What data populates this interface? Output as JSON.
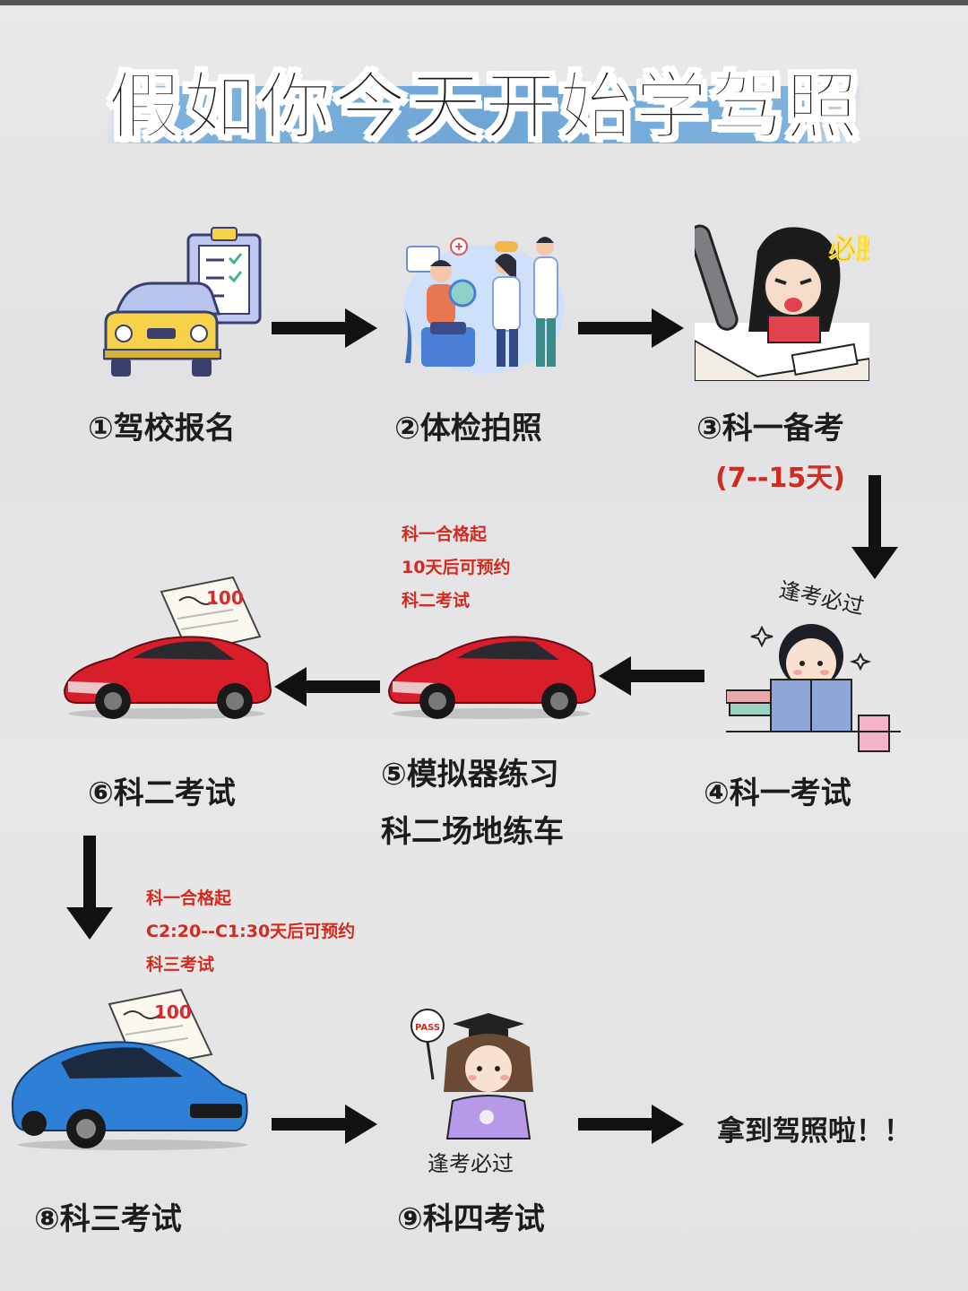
{
  "title": "假如你今天开始学驾照",
  "steps": {
    "s1": "①驾校报名",
    "s2": "②体检拍照",
    "s3": "③科一备考",
    "s3_duration": "(7--15天)",
    "s4": "④科一考试",
    "s5_line1": "⑤模拟器练习",
    "s5_line2": "科二场地练车",
    "s6": "⑥科二考试",
    "s8": "⑧科三考试",
    "s9": "⑨科四考试",
    "final": "拿到驾照啦！！"
  },
  "notes": {
    "n1": [
      "科一合格起",
      "10天后可预约",
      "科二考试"
    ],
    "n2": [
      "科一合格起",
      "C2:20--C1:30天后可预约",
      "科三考试"
    ]
  },
  "illustration_text": {
    "bisheng": "必胜",
    "fengkao": "逢考必过",
    "pass": "PASS",
    "score": "100"
  },
  "colors": {
    "title_band": "#6da6d6",
    "note_red": "#d32a1f",
    "car_red": "#d81e2b",
    "car_blue": "#2e7fd6",
    "taxi_yellow": "#f6d24a"
  }
}
